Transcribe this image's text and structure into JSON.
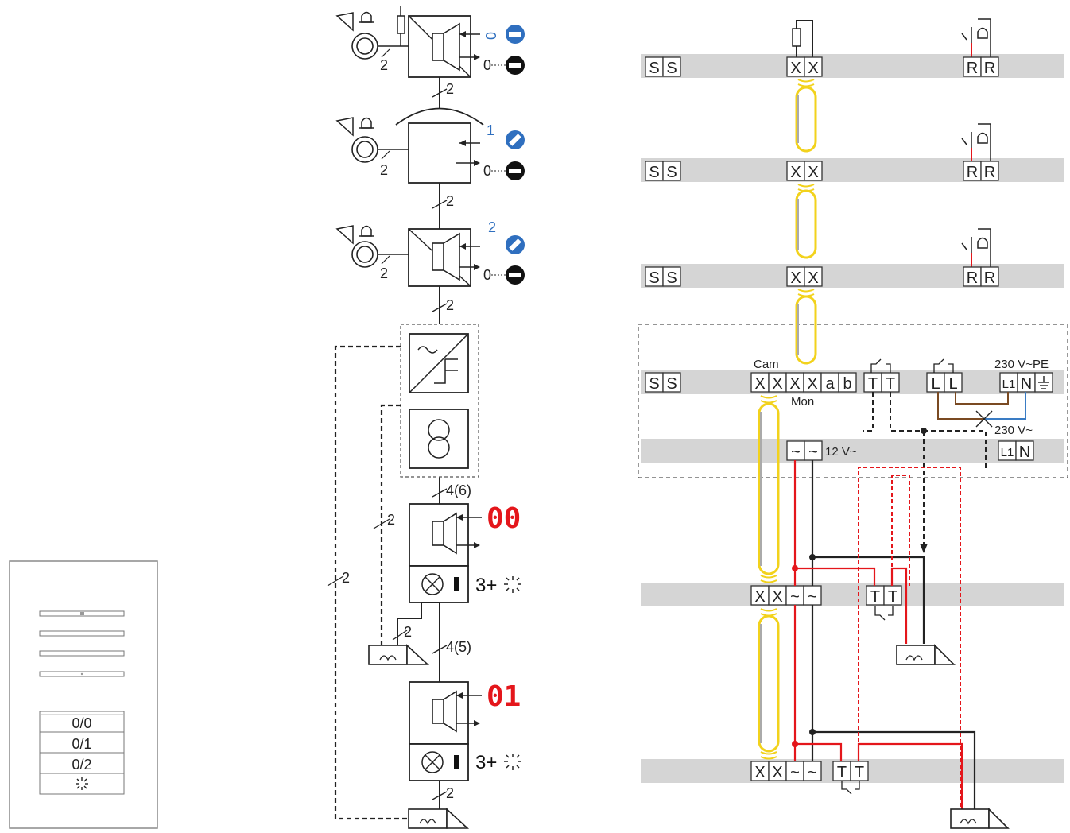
{
  "panel": {
    "buttons": [
      "0/0",
      "0/1",
      "0/2"
    ],
    "light_icon": "light-symbol-icon"
  },
  "left_diagram": {
    "bus_2": "2",
    "bus_4_6": "4(6)",
    "bus_4_5": "4(5)",
    "levels": [
      "0",
      "1",
      "2"
    ],
    "zero": "0",
    "displays": [
      "00",
      "01"
    ],
    "light_label": "3+"
  },
  "right_diagram": {
    "terminals": {
      "s": "S",
      "x": "X",
      "r": "R",
      "a": "a",
      "b": "b",
      "t": "T",
      "l": "L",
      "l1": "L1",
      "n": "N",
      "tilde": "~"
    },
    "cam": "Cam",
    "mon": "Mon",
    "pe_supply": "230 V~PE",
    "supply": "230 V~",
    "low_voltage": "12 V~"
  },
  "colors": {
    "bus_gray": "#d5d5d5",
    "yellow_wire": "#f2d21c",
    "red_wire": "#e4161b",
    "blue_wire": "#3a7cc4",
    "brown_wire": "#7a4a22",
    "icon_blue": "#2f6fbf"
  }
}
